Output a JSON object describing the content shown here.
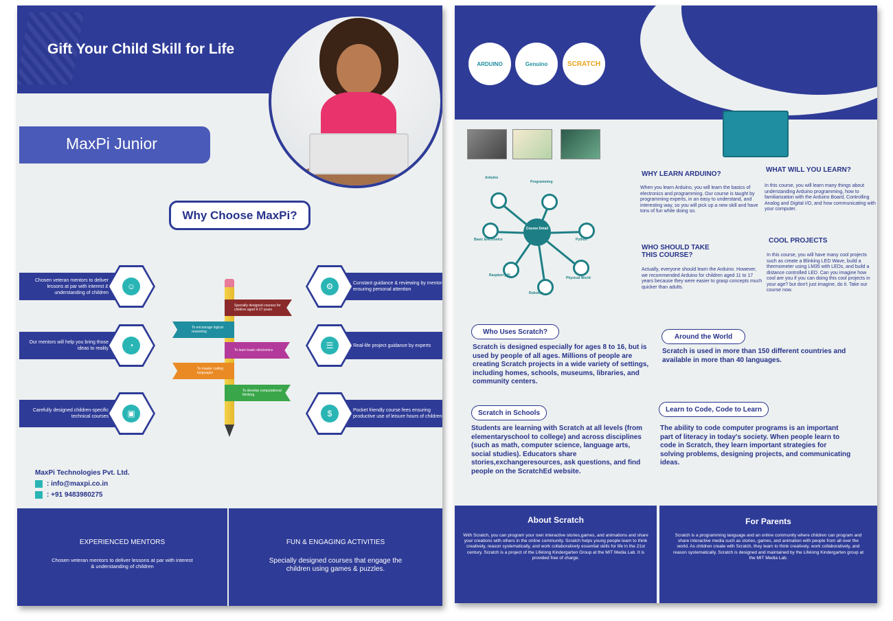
{
  "left": {
    "header_title": "Gift Your Child Skill for Life",
    "brand": "MaxPi Junior",
    "why_title": "Why Choose MaxPi?",
    "features_left": [
      {
        "text": "Chosen veteran mentors to deliver lessons at par with interest & understanding of children",
        "icon": "user-icon",
        "glyph": "☺"
      },
      {
        "text": "Our mentors will help you bring those ideas to reality",
        "icon": "gauge-icon",
        "glyph": "◔"
      },
      {
        "text": "Carefully designed children-specific technical courses",
        "icon": "monitor-icon",
        "glyph": "▣"
      }
    ],
    "features_right": [
      {
        "text": "Constant guidance & reviewing by mentor ensuring personal attention",
        "icon": "gear-icon",
        "glyph": "⚙"
      },
      {
        "text": "Real-life project guidance by experts",
        "icon": "document-icon",
        "glyph": "☰"
      },
      {
        "text": "Pocket friendly course fees ensuring productive use of leisure hours of children",
        "icon": "piggy-bank-icon",
        "glyph": "$"
      }
    ],
    "pencil_flags": [
      {
        "text": "Specially designed courses for children aged 9-17 years",
        "color": "#8b2a2a"
      },
      {
        "text": "To encourage logical reasoning",
        "color": "#1f8ea0"
      },
      {
        "text": "To learn basic electronics",
        "color": "#b33a9a"
      },
      {
        "text": "To master coding languages",
        "color": "#ea8a25"
      },
      {
        "text": "To develop computational thinking",
        "color": "#3aa64a"
      }
    ],
    "company": "MaxPi Technologies Pvt. Ltd.",
    "email": ": info@maxpi.co.in",
    "phone": ": +91 9483980275",
    "bottom": [
      {
        "title": "EXPERIENCED MENTORS",
        "text": "Chosen veteran mentors to deliver lessons at par with interest & understanding of children"
      },
      {
        "title": "FUN & ENGAGING ACTIVITIES",
        "text": "Specially designed courses that engage the children using games & puzzles."
      }
    ]
  },
  "right": {
    "logos": [
      "ARDUINO",
      "Genuino",
      "SCRATCH"
    ],
    "hub_label": "Course Detail",
    "wheel": [
      "Arduino",
      "Programming",
      "Python",
      "Physical World",
      "Robotics",
      "Raspberry Pi",
      "Basic Electronics"
    ],
    "why_arduino": {
      "title": "WHY LEARN ARDUINO?",
      "text": "When you learn Arduino, you will learn the basics of electronics and programming. Our course is taught by programming experts, in an easy to understand, and interesting way, so you will pick up a new skill and have tons of fun while doing so."
    },
    "what_learn": {
      "title": "WHAT WILL YOU LEARN?",
      "text": "In this course, you will learn many things about understanding Arduino programming, how to familiarization with the Arduino Board, Controlling Analog and Digital I/O, and how communicating with your computer."
    },
    "who_should": {
      "title": "WHO SHOULD TAKE THIS COURSE?",
      "text": "Actually, everyone should learn the Arduino. However, we recommended Arduino for children aged 11 to 17 years because they were easier to grasp concepts much quicker than adults."
    },
    "cool": {
      "title": "COOL PROJECTS",
      "text": "In this course, you will have many cool projects such as create a Blinking LED Wave, build a thermometer using LM35 with LEDs, and build a distance controlled LED. Can you imagine how cool are you if you can doing this cool projects in your age? but don't just imagine, do it. Take our course now."
    },
    "who_uses": {
      "title": "Who Uses Scratch?",
      "text": "Scratch is designed especially for ages 8 to 16, but is used by people of all ages. Millions of people are creating Scratch projects in a wide variety of settings, including homes, schools, museums, libraries, and community centers."
    },
    "world": {
      "title": "Around the World",
      "text": "Scratch is used in more than 150 different countries and available in more than 40 languages."
    },
    "schools": {
      "title": "Scratch in Schools",
      "text": "Students are learning with Scratch at all levels (from elementaryschool to college) and across disciplines (such as math, computer science, language arts, social studies). Educators share stories,exchangeresources, ask questions, and find people on the ScratchEd website."
    },
    "code": {
      "title": "Learn to Code, Code to Learn",
      "text": "The ability to code computer programs is an important part of literacy in today's society. When people learn to code in Scratch, they learn important strategies for solving problems, designing projects, and communicating ideas."
    },
    "about": {
      "title": "About Scratch",
      "text": "With Scratch, you can program your own interactive stories,games, and animations and share your creations with others in the online community. Scratch helps young people learn to think creatively, reason systematically, and work collaboratively essential skills for life in the 21st century. Scratch is a project of the Lifelong Kindergarten Group at the MIT Media Lab. It is provided free of charge."
    },
    "parents": {
      "title": "For Parents",
      "text": "Scratch is a programming language and an online community where children can program and share interactive media such as stories, games, and animation with people from all over the world. As children create with Scratch, they learn to think creatively, work collaboratively, and reason systematically. Scratch is designed and maintained by the Lifelong Kindergarten group at the MIT Media Lab."
    }
  }
}
